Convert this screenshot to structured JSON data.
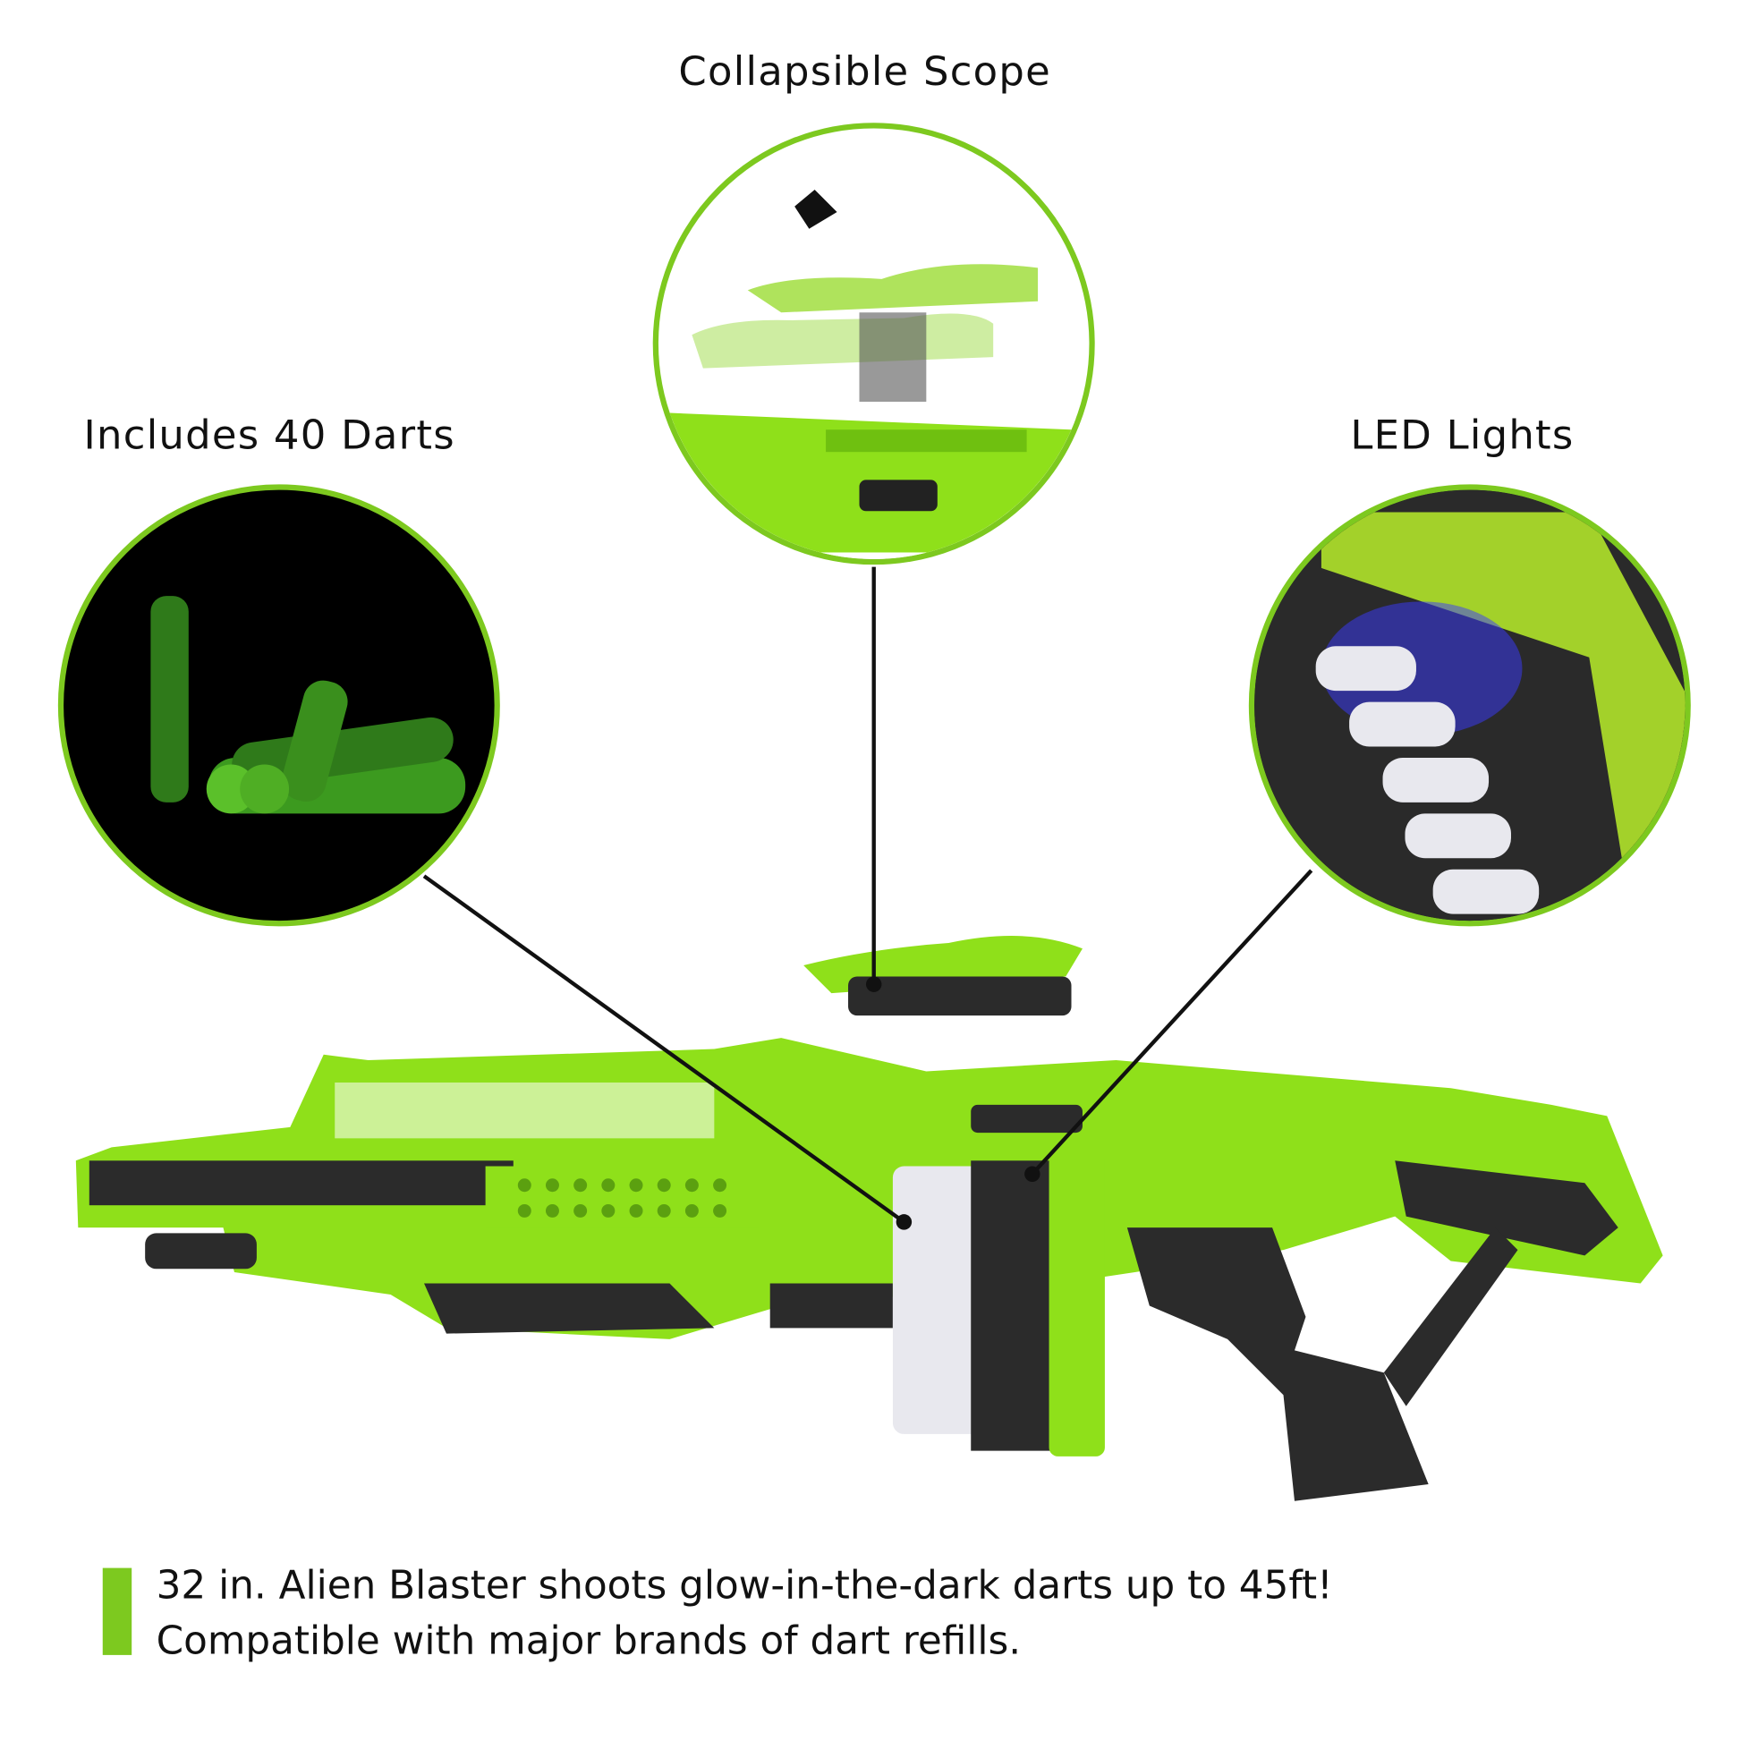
{
  "callouts": {
    "scope": "Collapsible Scope",
    "darts": "Includes 40 Darts",
    "led": "LED Lights"
  },
  "caption": {
    "line1": "32 in. Alien Blaster shoots glow-in-the-dark darts up to 45ft!",
    "line2": "Compatible with major brands of dart refills."
  },
  "colors": {
    "accent": "#7dc91f",
    "blaster_green": "#8fe01a",
    "blaster_dark": "#2b2b2b"
  }
}
